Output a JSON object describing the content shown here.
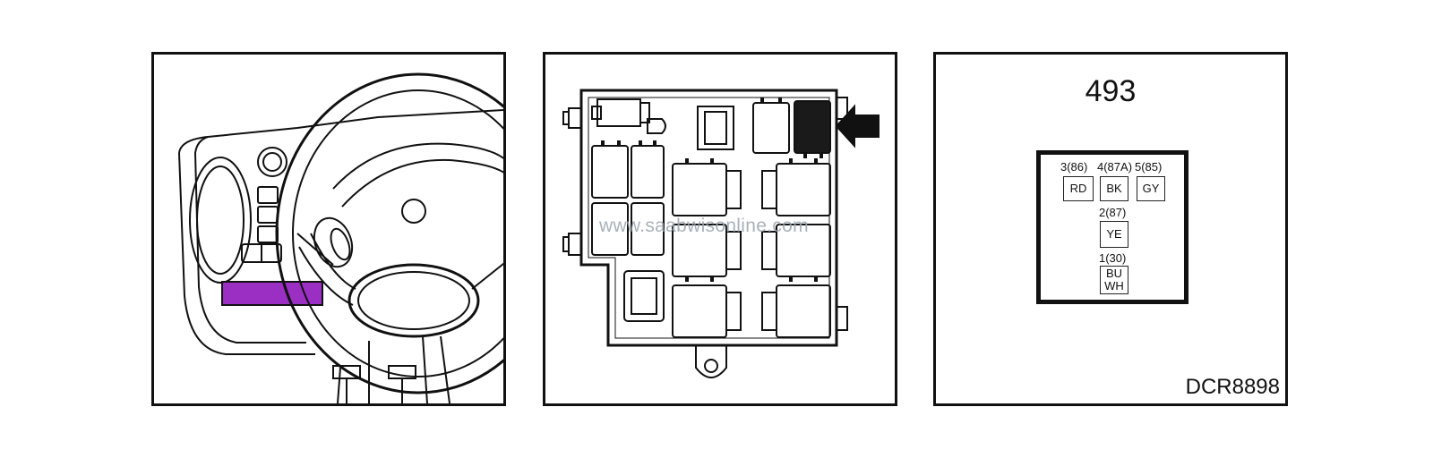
{
  "watermark": "www.saabwisonline.com",
  "highlight_color": "#9b2fc4",
  "relay_fill_color": "#1a1a1a",
  "component_number": "493",
  "doc_code": "DCR8898",
  "pins": [
    {
      "label": "3(86)",
      "color": "RD"
    },
    {
      "label": "4(87A)",
      "color": "BK"
    },
    {
      "label": "5(85)",
      "color": "GY"
    },
    {
      "label": "2(87)",
      "color": "YE"
    },
    {
      "label": "1(30)",
      "color_line1": "BU",
      "color_line2": "WH"
    }
  ]
}
